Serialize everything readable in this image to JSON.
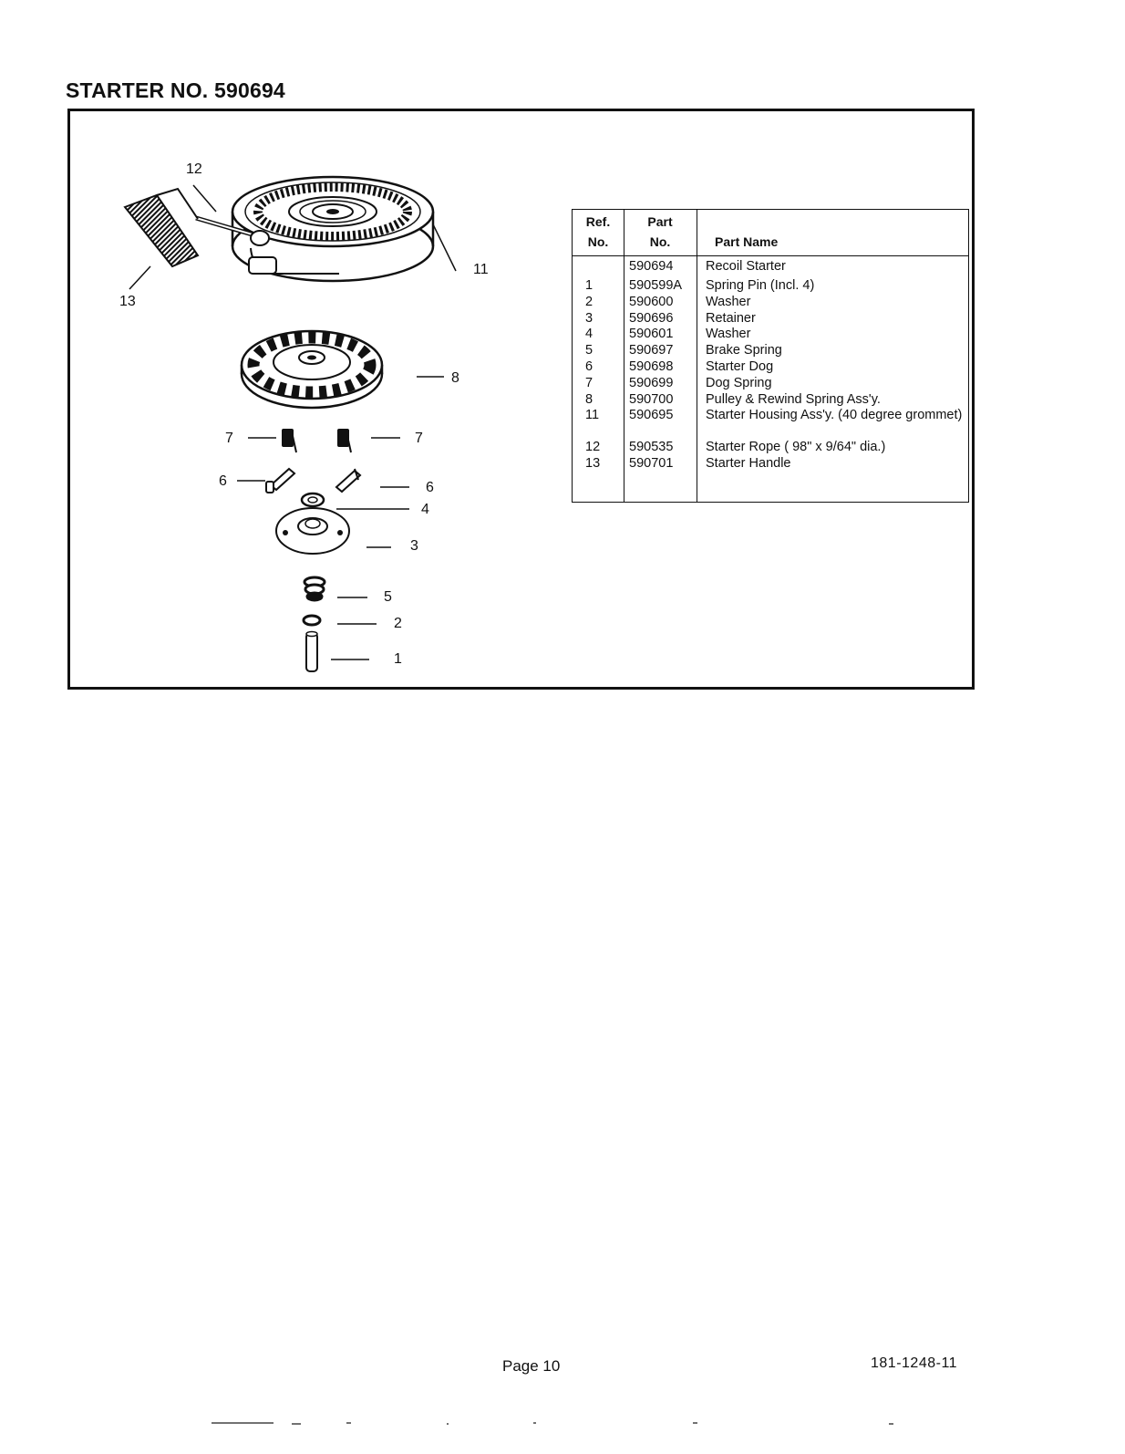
{
  "page": {
    "title": "STARTER NO. 590694",
    "page_label": "Page 10",
    "doc_number": "181-1248-11"
  },
  "callouts": {
    "c12": "12",
    "c13": "13",
    "c11": "11",
    "c8": "8",
    "c7a": "7",
    "c7b": "7",
    "c6a": "6",
    "c6b": "6",
    "c4": "4",
    "c3": "3",
    "c5": "5",
    "c2": "2",
    "c1": "1"
  },
  "table": {
    "headers": {
      "ref_line1": "Ref.",
      "ref_line2": "No.",
      "part_line1": "Part",
      "part_line2": "No.",
      "name": "Part Name"
    },
    "rows": [
      {
        "ref": "",
        "part": "590694",
        "name": "Recoil Starter"
      },
      {
        "ref": "1",
        "part": "590599A",
        "name": "Spring Pin (Incl. 4)"
      },
      {
        "ref": "2",
        "part": "590600",
        "name": "Washer"
      },
      {
        "ref": "3",
        "part": "590696",
        "name": "Retainer"
      },
      {
        "ref": "4",
        "part": "590601",
        "name": "Washer"
      },
      {
        "ref": "5",
        "part": "590697",
        "name": "Brake Spring"
      },
      {
        "ref": "6",
        "part": "590698",
        "name": "Starter Dog"
      },
      {
        "ref": "7",
        "part": "590699",
        "name": "Dog Spring"
      },
      {
        "ref": "8",
        "part": "590700",
        "name": "Pulley & Rewind Spring Ass'y."
      },
      {
        "ref": "11",
        "part": "590695",
        "name": "Starter Housing Ass'y. (40 degree grommet)"
      },
      {
        "ref": "12",
        "part": "590535",
        "name": "Starter Rope ( 98\" x 9/64\" dia.)"
      },
      {
        "ref": "13",
        "part": "590701",
        "name": "Starter Handle"
      }
    ]
  }
}
